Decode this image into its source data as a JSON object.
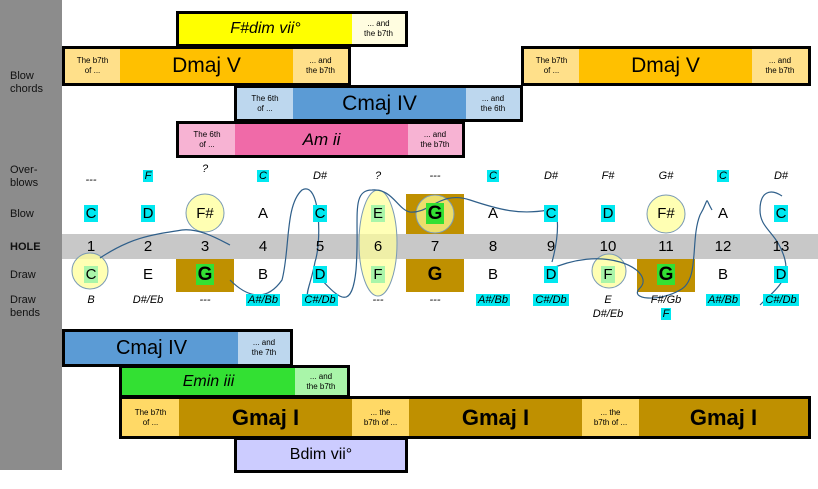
{
  "row_labels": {
    "blow_chords": [
      "Blow",
      "chords"
    ],
    "overblows": [
      "Over-",
      "blows"
    ],
    "blow": "Blow",
    "hole": "HOLE",
    "draw": "Draw",
    "draw_bends": [
      "Draw",
      "bends"
    ]
  },
  "holes": [
    "1",
    "2",
    "3",
    "4",
    "5",
    "6",
    "7",
    "8",
    "9",
    "10",
    "11",
    "12",
    "13"
  ],
  "overblows": [
    "---",
    "F",
    "?",
    "C",
    "D#",
    "?",
    "---",
    "C",
    "D#",
    "F#",
    "G#",
    "C",
    "D#"
  ],
  "blow_notes": [
    "C",
    "D",
    "F#",
    "A",
    "C",
    "E",
    "G",
    "A",
    "C",
    "D",
    "F#",
    "A",
    "C"
  ],
  "draw_notes": [
    "C",
    "E",
    "G",
    "B",
    "D",
    "F",
    "G",
    "B",
    "D",
    "F",
    "G",
    "B",
    "D"
  ],
  "draw_bends": [
    "B",
    "D#/Eb",
    "---",
    "A#/Bb",
    "C#/Db",
    "---",
    "---",
    "A#/Bb",
    "C#/Db",
    "E",
    "F#/Gb",
    "A#/Bb",
    "C#/Db"
  ],
  "draw_bends_line2": {
    "d9": "D#/Eb",
    "d10": "F"
  },
  "chords": {
    "fsdim": {
      "name": "F#dim  vii°",
      "ext_lines": [
        "... and",
        "the b7th"
      ]
    },
    "dmaj_left": {
      "pre_lines": [
        "The b7th",
        "of ..."
      ],
      "name": "Dmaj V",
      "ext_lines": [
        "... and",
        "the b7th"
      ]
    },
    "dmaj_right": {
      "pre_lines": [
        "The b7th",
        "of ..."
      ],
      "name": "Dmaj V",
      "ext_lines": [
        "... and",
        "the b7th"
      ]
    },
    "cmaj_top": {
      "pre_lines": [
        "The 6th",
        "of ..."
      ],
      "name": "Cmaj IV",
      "ext_lines": [
        "... and",
        "the 6th"
      ]
    },
    "am": {
      "pre_lines": [
        "The 6th",
        "of ..."
      ],
      "name": "Am ii",
      "ext_lines": [
        "... and",
        "the b7th"
      ]
    },
    "cmaj_bottom": {
      "name": "Cmaj IV",
      "ext_lines": [
        "... and",
        "the 7th"
      ]
    },
    "emin": {
      "name": "Emin iii",
      "ext_lines": [
        "... and",
        "the b7th"
      ]
    },
    "gmaj": {
      "pre_lines": [
        "The b7th",
        "of ..."
      ],
      "name1": "Gmaj I",
      "mid1_lines": [
        "... the",
        "b7th of ..."
      ],
      "name2": "Gmaj I",
      "mid2_lines": [
        "... the",
        "b7th of ..."
      ],
      "name3": "Gmaj I"
    },
    "bdim": {
      "name": "Bdim vii°"
    }
  },
  "colors": {
    "yellow": "#ffff00",
    "orange": "#ffc000",
    "light_orange": "#ffe08a",
    "blue": "#5b9bd5",
    "light_blue": "#bdd7ee",
    "pink": "#f06aa8",
    "light_pink": "#f7b3d3",
    "green": "#33e033",
    "light_green": "#a9f5a9",
    "gold": "#bf9000",
    "light_gold": "#ffd966",
    "lavender": "#ccccff",
    "cyan": "#00e8f0",
    "hole_band": "#c8c8c8",
    "side_bar": "#8c8c8c"
  }
}
